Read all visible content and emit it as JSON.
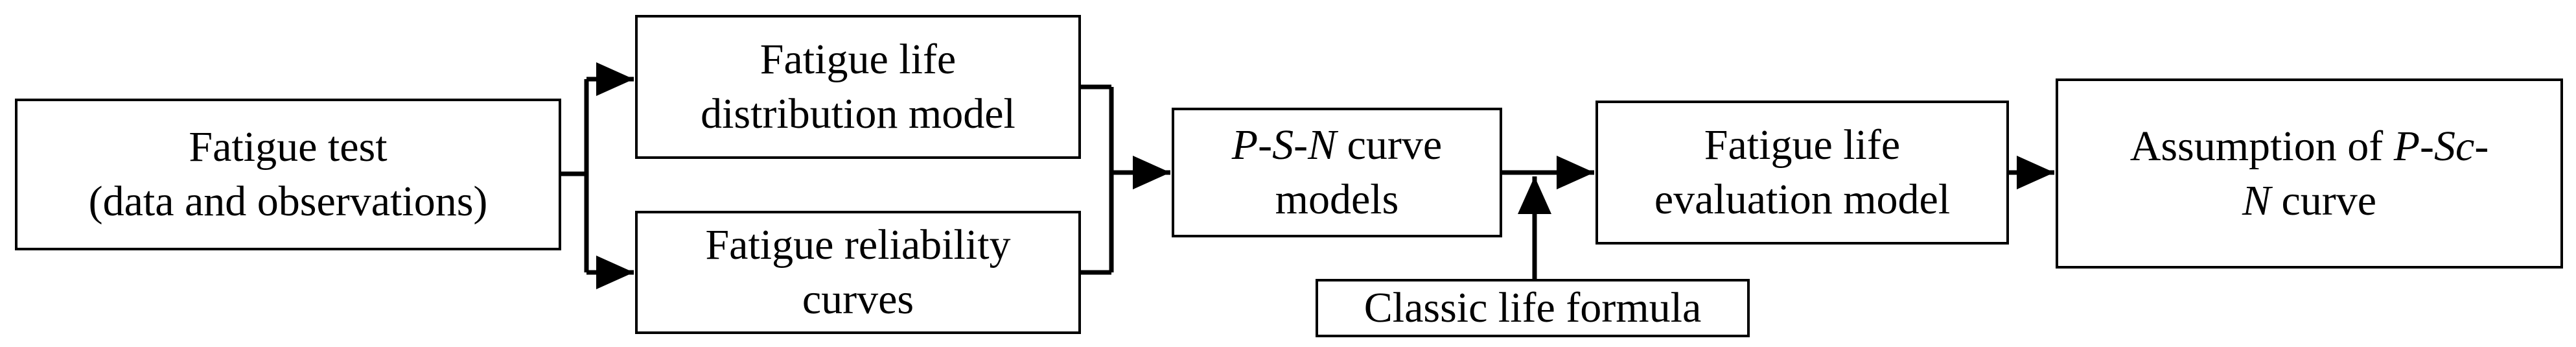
{
  "nodes": {
    "fatigue_test": {
      "line1": "Fatigue test",
      "line2": "(data and observations)"
    },
    "life_distribution": {
      "line1": "Fatigue life",
      "line2": "distribution model"
    },
    "reliability": {
      "line1": "Fatigue reliability",
      "line2": "curves"
    },
    "psn": {
      "p": "P",
      "dash1": "-",
      "s": "S",
      "dash2": "-",
      "n": "N",
      "rest": " curve",
      "line2": "models"
    },
    "evaluation": {
      "line1": "Fatigue life",
      "line2": "evaluation model"
    },
    "assumption": {
      "prefix": "Assumption of ",
      "p": "P",
      "dash1": "-",
      "sc": "Sc",
      "dash2": "-",
      "n": "N",
      "line2": "curve"
    },
    "classic": {
      "label": "Classic life formula"
    }
  },
  "colors": {
    "stroke": "#000000",
    "fill": "#ffffff"
  }
}
